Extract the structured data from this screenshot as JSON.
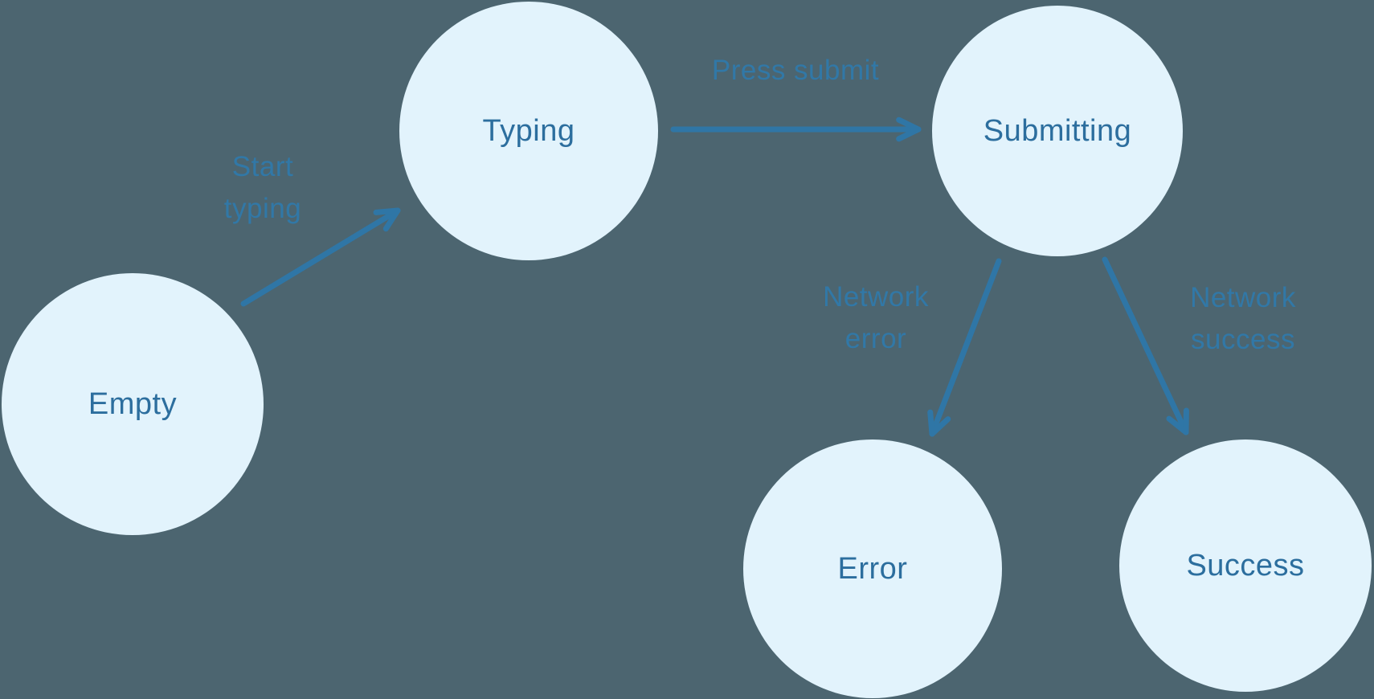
{
  "diagram": {
    "type": "state-machine",
    "nodes": [
      {
        "id": "empty",
        "label": "Empty"
      },
      {
        "id": "typing",
        "label": "Typing"
      },
      {
        "id": "submitting",
        "label": "Submitting"
      },
      {
        "id": "error",
        "label": "Error"
      },
      {
        "id": "success",
        "label": "Success"
      }
    ],
    "edges": [
      {
        "id": "start-typing",
        "from": "empty",
        "to": "typing",
        "label": "Start typing"
      },
      {
        "id": "press-submit",
        "from": "typing",
        "to": "submitting",
        "label": "Press submit"
      },
      {
        "id": "network-error",
        "from": "submitting",
        "to": "error",
        "label": "Network error"
      },
      {
        "id": "network-success",
        "from": "submitting",
        "to": "success",
        "label": "Network success"
      }
    ],
    "colors": {
      "background": "#4C6570",
      "node_fill": "#E2F3FC",
      "node_text": "#2C6E9E",
      "arrow": "#2F76A6",
      "edge_label": "#3178A7"
    }
  }
}
